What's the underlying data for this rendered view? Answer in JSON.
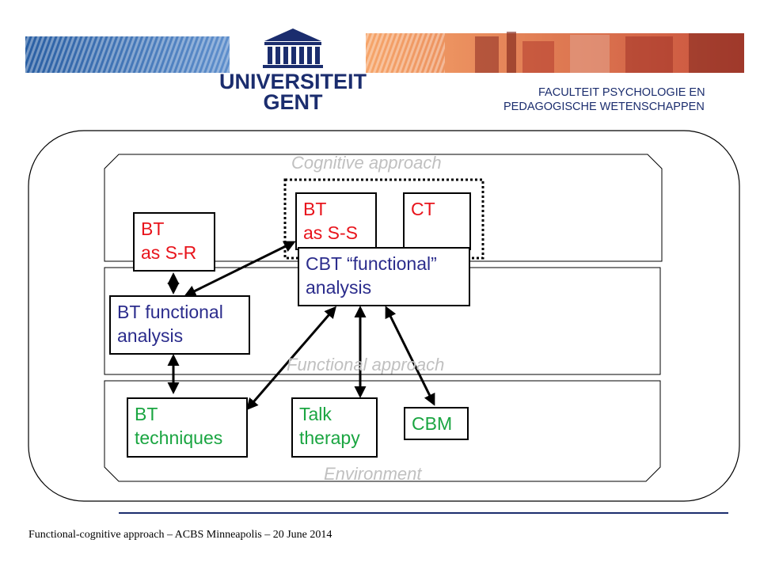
{
  "header": {
    "university_line1": "UNIVERSITEIT",
    "university_line2": "GENT",
    "faculty_line1": "FACULTEIT PSYCHOLOGIE EN",
    "faculty_line2": "PEDAGOGISCHE WETENSCHAPPEN"
  },
  "diagram": {
    "layers": {
      "cognitive": "Cognitive approach",
      "functional": "Functional approach",
      "environment": "Environment"
    },
    "boxes": {
      "bt_sr": "BT\nas S-R",
      "bt_ss": "BT\nas S-S",
      "ct": "CT",
      "cbt": "CBT “functional”\nanalysis",
      "bt_fa": "BT functional\nanalysis",
      "bt_tech": "BT\ntechniques",
      "talk": "Talk\ntherapy",
      "cbm": "CBM"
    }
  },
  "colors": {
    "red": "#e8141c",
    "blue": "#2b2c8c",
    "green": "#1aa541",
    "navy": "#1b2d6e",
    "layer_label": "#c0c0c0"
  },
  "footer": {
    "text": "Functional-cognitive approach – ACBS Minneapolis – 20 June 2014"
  }
}
